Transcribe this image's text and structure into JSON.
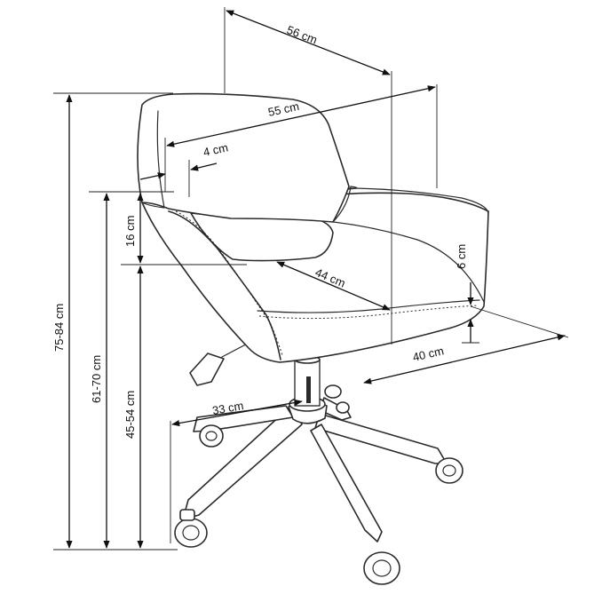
{
  "dimensions": {
    "width_total": "56 cm",
    "depth_total": "55 cm",
    "armrest_thickness": "4 cm",
    "seat_depth": "44 cm",
    "backrest_above_armrest": "16 cm",
    "armrest_height_above_seat": "6 cm",
    "seat_width": "40 cm",
    "base_radius": "33 cm",
    "total_height": "75-84 cm",
    "armrest_height": "61-70 cm",
    "seat_height": "45-54 cm"
  }
}
